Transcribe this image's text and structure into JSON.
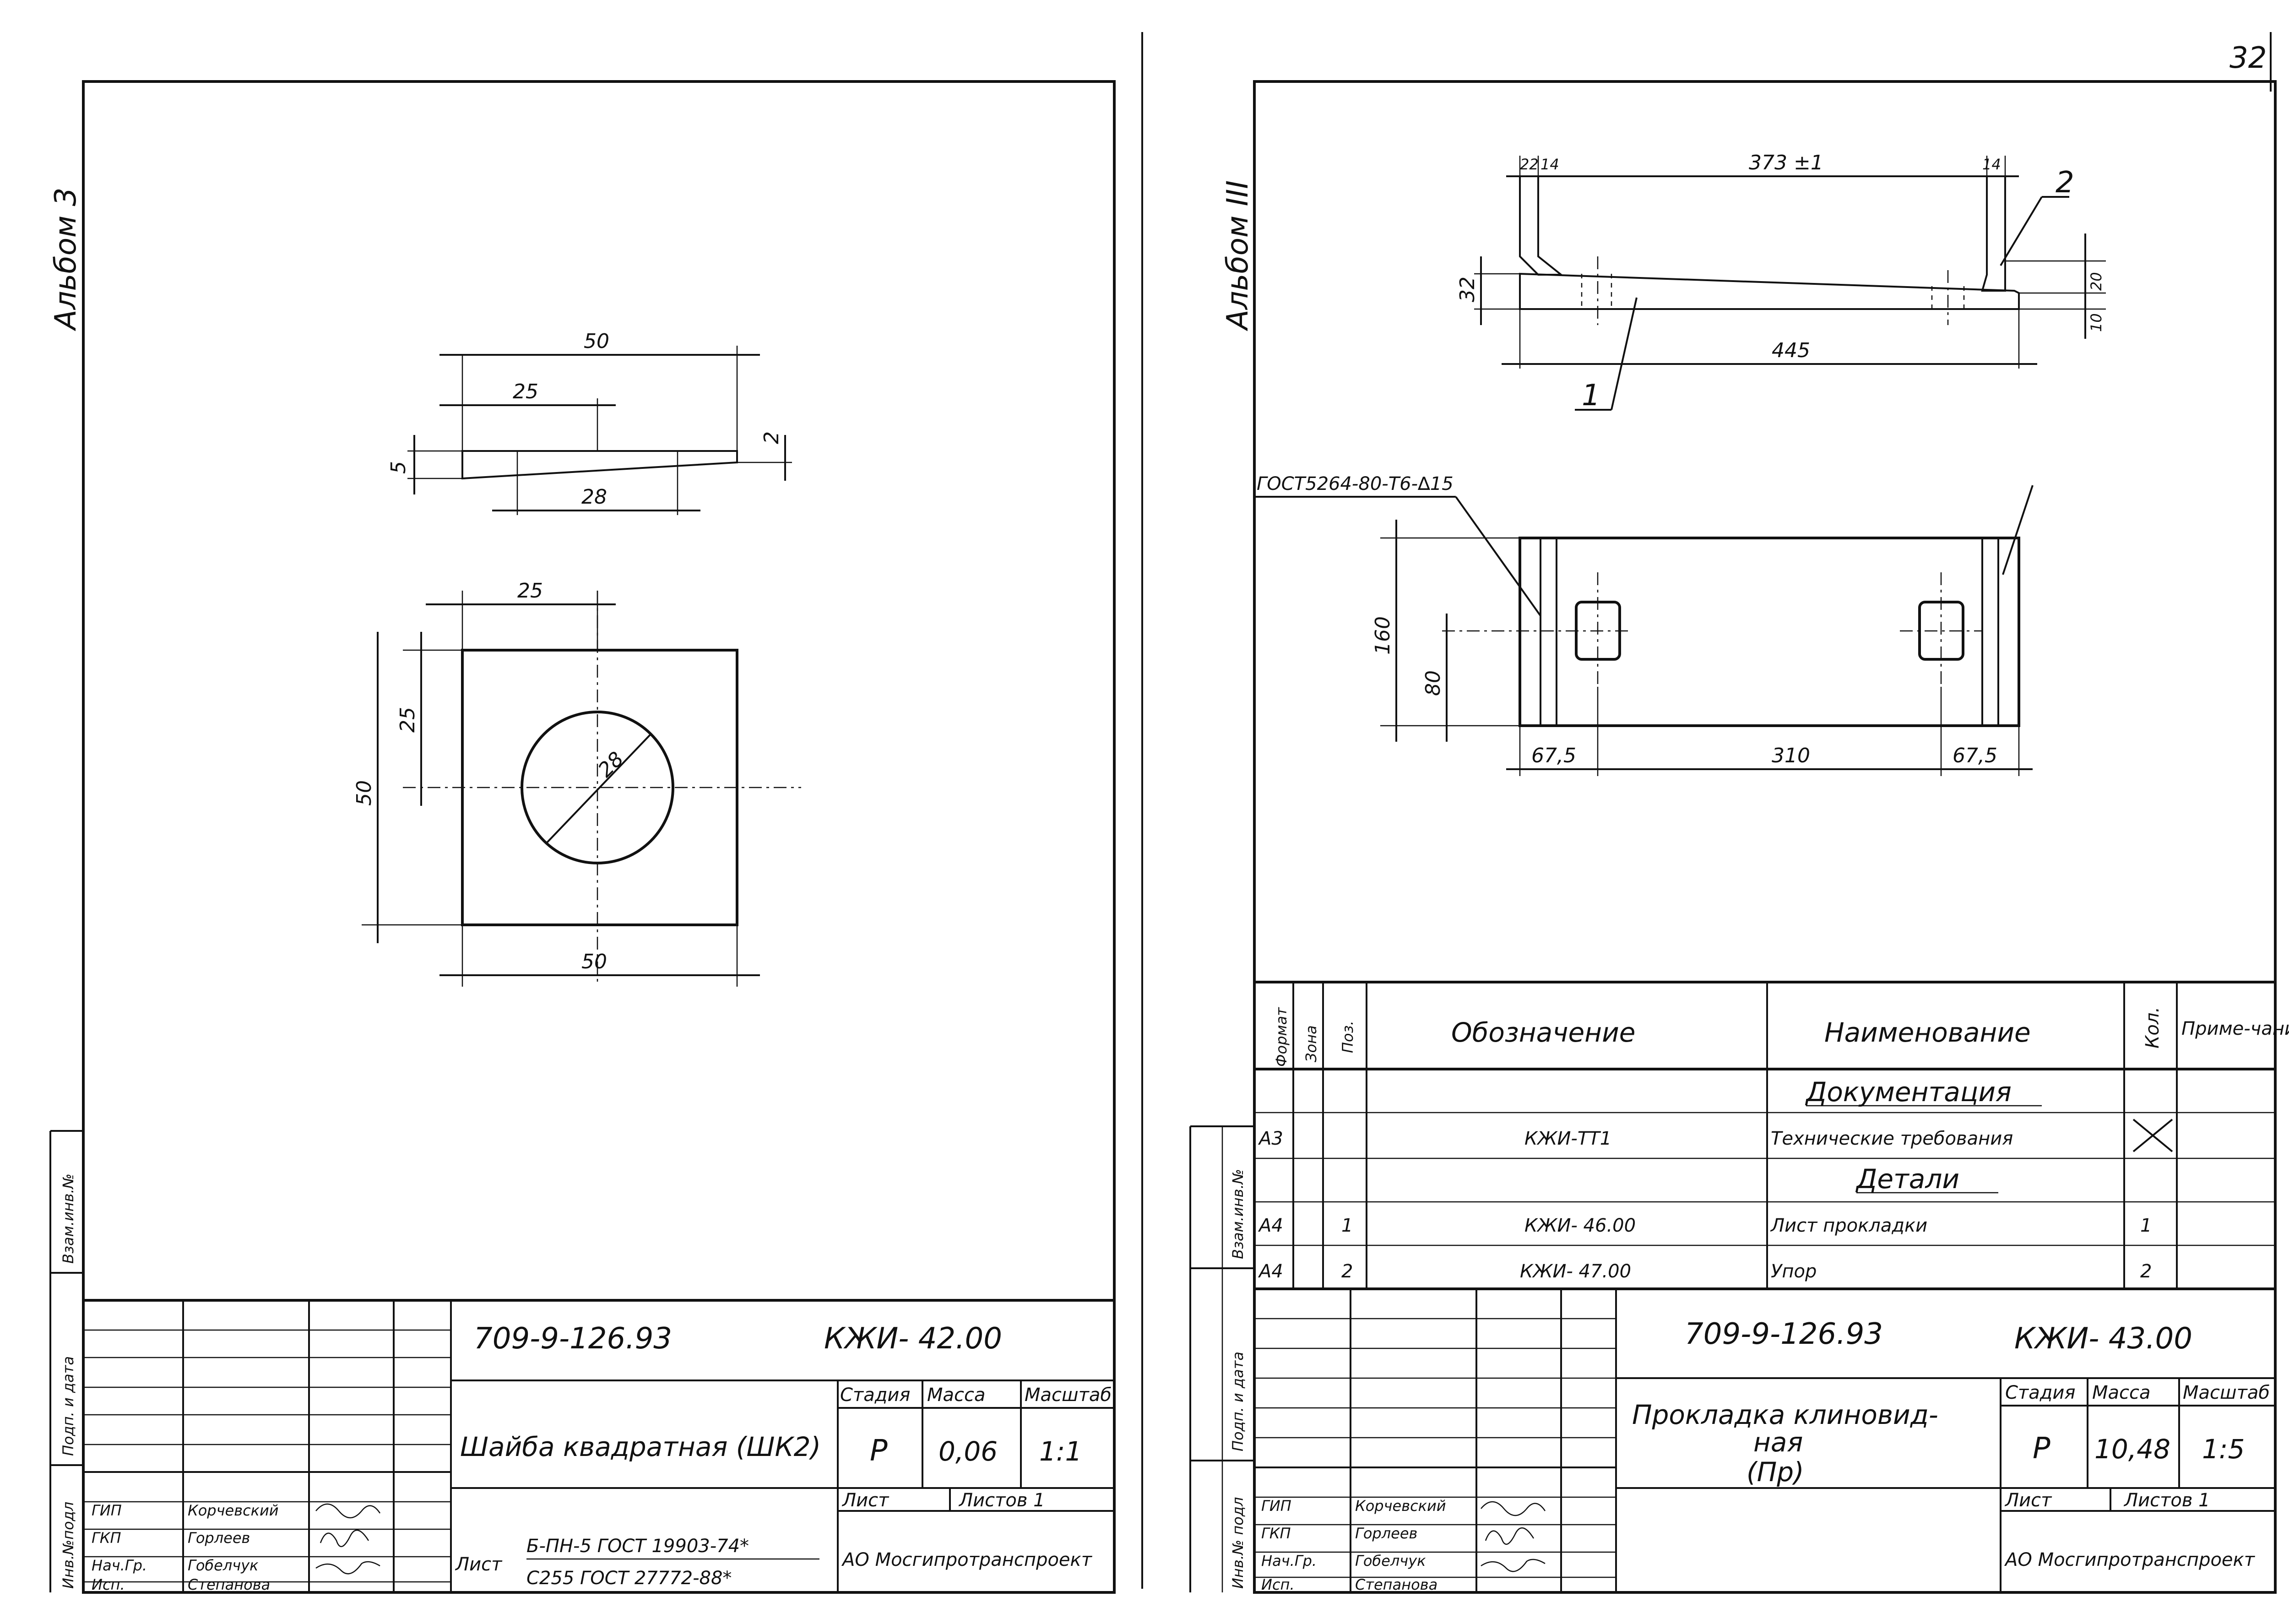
{
  "page_number": "32",
  "left_sheet": {
    "album_label": "Альбом 3",
    "dims_section": {
      "total": "50",
      "half": "25",
      "hole": "28",
      "thk_left": "5",
      "thk_right": "2"
    },
    "dims_plan": {
      "top": "25",
      "left_half": "25",
      "left_total": "50",
      "bottom": "50",
      "diameter": "28"
    },
    "margin_labels": [
      "Взам.инв.№",
      "Подп. и дата",
      "Инв.№подл"
    ],
    "title_block": {
      "doc_code": "709-9-126.93",
      "drawing_code": "КЖИ- 42.00",
      "name": "Шайба квадратная (ШК2)",
      "stage_header": "Стадия",
      "mass_header": "Масса",
      "scale_header": "Масштаб",
      "stage": "Р",
      "mass": "0,06",
      "scale": "1:1",
      "sheet_label": "Лист",
      "sheets_label": "Листов 1",
      "material_label": "Лист",
      "material_line1": "Б-ПН-5 ГОСТ 19903-74*",
      "material_line2": "С255 ГОСТ 27772-88*",
      "org": "АО Мосгипротранспроект",
      "roles": [
        "ГИП",
        "ГКП",
        "Нач.Гр.",
        "Исп."
      ],
      "names": [
        "Корчевский",
        "Горлеев",
        "Гобелчук",
        "Степанова"
      ]
    }
  },
  "right_sheet": {
    "album_label": "Альбом III",
    "dims_top": {
      "a": "22",
      "b": "14",
      "mid": "373 ±1",
      "c": "14",
      "total": "445",
      "h_left": "32",
      "h_right_top": "20",
      "h_right_bot": "10"
    },
    "callouts": {
      "pos1": "1",
      "pos2": "2"
    },
    "weld_note": "ГОСТ5264-80-Т6-∆15",
    "dims_plan": {
      "width": "160",
      "half": "80",
      "edge_left": "67,5",
      "middle": "310",
      "edge_right": "67,5"
    },
    "margin_labels": [
      "Взам.инв.№",
      "Подп. и дата",
      "Инв.№ подл"
    ],
    "spec_table": {
      "headers": [
        "Формат",
        "Зона",
        "Поз.",
        "Обозначение",
        "Наименование",
        "Кол.",
        "Приме-чание"
      ],
      "section_docs": "Документация",
      "section_parts": "Детали",
      "rows": [
        {
          "format": "А3",
          "zone": "",
          "pos": "",
          "designation": "КЖИ-ТТ1",
          "name": "Технические требования",
          "qty": "",
          "note": ""
        },
        {
          "format": "А4",
          "zone": "",
          "pos": "1",
          "designation": "КЖИ- 46.00",
          "name": "Лист прокладки",
          "qty": "1",
          "note": ""
        },
        {
          "format": "А4",
          "zone": "",
          "pos": "2",
          "designation": "КЖИ- 47.00",
          "name": "Упор",
          "qty": "2",
          "note": ""
        }
      ]
    },
    "title_block": {
      "doc_code": "709-9-126.93",
      "drawing_code": "КЖИ- 43.00",
      "name_line1": "Прокладка клиновид-",
      "name_line2": "ная",
      "name_line3": "(Пр)",
      "stage_header": "Стадия",
      "mass_header": "Масса",
      "scale_header": "Масштаб",
      "stage": "Р",
      "mass": "10,48",
      "scale": "1:5",
      "sheet_label": "Лист",
      "sheets_label": "Листов 1",
      "org": "АО Мосгипротранспроект",
      "roles": [
        "ГИП",
        "ГКП",
        "Нач.Гр.",
        "Исп."
      ],
      "names": [
        "Корчевский",
        "Горлеев",
        "Гобелчук",
        "Степанова"
      ]
    }
  }
}
